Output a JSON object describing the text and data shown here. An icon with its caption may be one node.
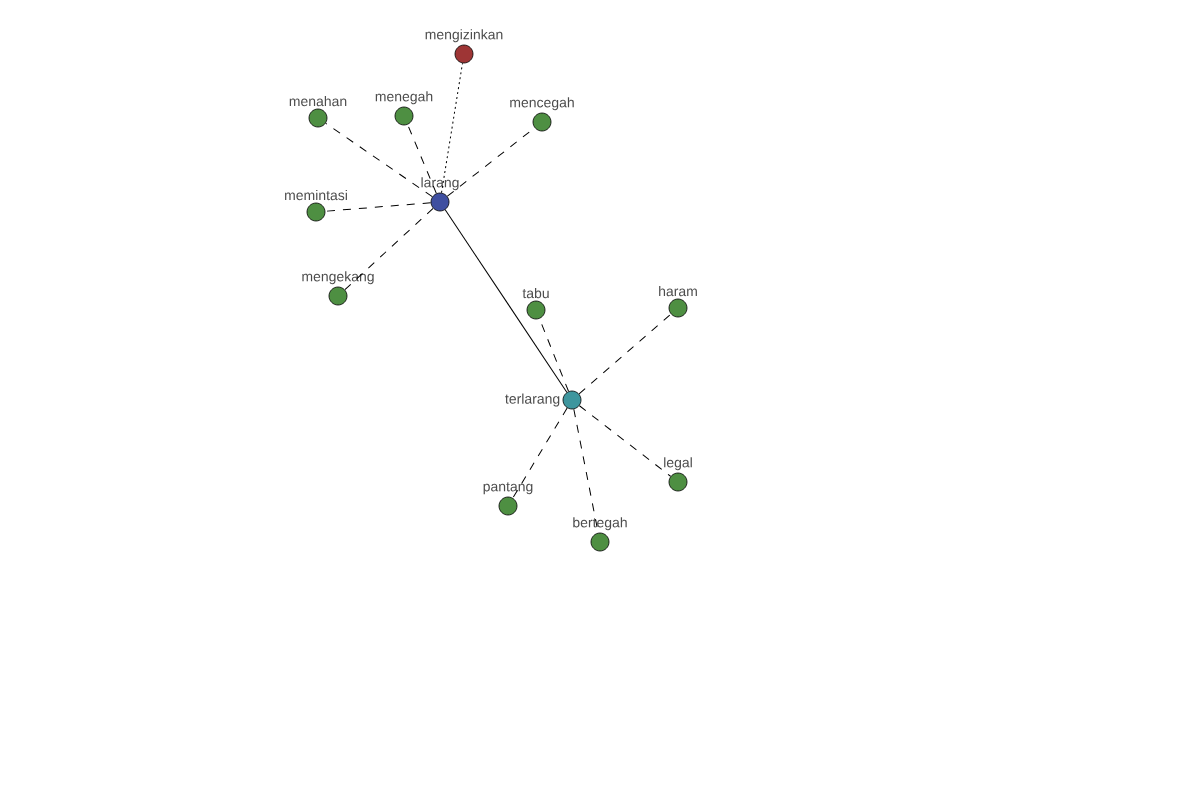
{
  "diagram": {
    "nodes": [
      {
        "text": [
          "larang"
        ]
      },
      {
        "text": [
          "mengizinkan"
        ]
      },
      {
        "text": [
          "menahan"
        ]
      },
      {
        "text": [
          "menegah"
        ]
      },
      {
        "text": [
          "mencegah"
        ]
      },
      {
        "text": [
          "memintasi"
        ]
      },
      {
        "text": [
          "mengekang"
        ]
      },
      {
        "text": [
          "terlarang"
        ]
      },
      {
        "text": [
          "tabu"
        ]
      },
      {
        "text": [
          "haram"
        ]
      },
      {
        "text": [
          "legal"
        ]
      },
      {
        "text": [
          "pantang"
        ]
      },
      {
        "text": [
          "bertegah"
        ]
      }
    ],
    "edges": [
      {
        "from": 0,
        "to": 1,
        "arrow": "none",
        "style": "dashed"
      },
      {
        "from": 0,
        "to": 2,
        "arrow": "none",
        "style": "dashed"
      },
      {
        "from": 0,
        "to": 3,
        "arrow": "none",
        "style": "dashed"
      },
      {
        "from": 0,
        "to": 4,
        "arrow": "none",
        "style": "dashed"
      },
      {
        "from": 0,
        "to": 5,
        "arrow": "none",
        "style": "dashed"
      },
      {
        "from": 0,
        "to": 6,
        "arrow": "none",
        "style": "dashed"
      },
      {
        "from": 0,
        "to": 7,
        "arrow": "none"
      },
      {
        "from": 7,
        "to": 8,
        "arrow": "none",
        "style": "dashed"
      },
      {
        "from": 7,
        "to": 9,
        "arrow": "none",
        "style": "dashed"
      },
      {
        "from": 7,
        "to": 10,
        "arrow": "none",
        "style": "dashed"
      },
      {
        "from": 7,
        "to": 11,
        "arrow": "none",
        "style": "dashed"
      },
      {
        "from": 7,
        "to": 12,
        "arrow": "none",
        "style": "dashed"
      }
    ]
  }
}
